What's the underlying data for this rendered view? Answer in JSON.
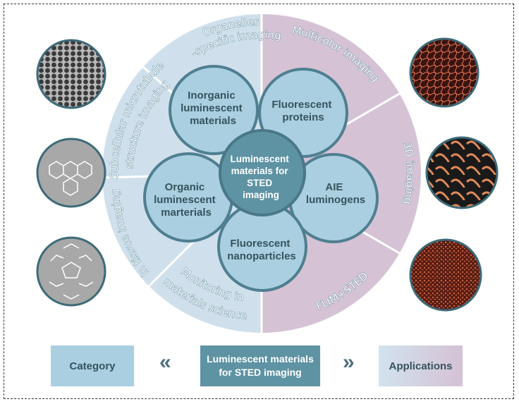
{
  "center": {
    "line1": "Luminescent",
    "line2": "materials for",
    "line3": "STED",
    "line4": "imaging"
  },
  "categories": [
    {
      "lines": [
        "Inorganic",
        "luminescent",
        "materials"
      ]
    },
    {
      "lines": [
        "Fluorescent",
        "proteins"
      ]
    },
    {
      "lines": [
        "AIE",
        "luminogens"
      ]
    },
    {
      "lines": [
        "Fluorescent",
        "nanoparticles"
      ]
    },
    {
      "lines": [
        "Organic",
        "luminescent",
        "marterials"
      ]
    }
  ],
  "applications_left": {
    "organelles": [
      "Organelles",
      "-specific imaging"
    ],
    "subcellular": [
      "Subcellular microtubule",
      "structure imaging"
    ],
    "tissue": "In tissue imaging",
    "monitoring": [
      "Monitoring in",
      "materials science"
    ]
  },
  "applications_right": {
    "multicolor": "Multicolor imaging",
    "threed": "3D imaging",
    "flim": "FLIM+STED"
  },
  "legend": {
    "category": "Category",
    "left_arrow": "«",
    "center": "Luminescent materials for STED imaging",
    "right_arrow": "»",
    "applications": "Applications"
  },
  "colors": {
    "category_band": "#cfe0ec",
    "application_band": "#d5c3d5",
    "petal": "#a9cfe0",
    "center": "#5e93a3",
    "outline": "#4f7f90"
  }
}
